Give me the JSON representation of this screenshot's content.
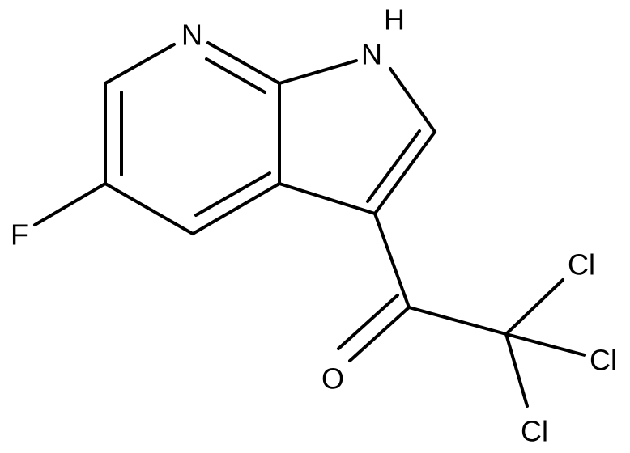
{
  "molecule": {
    "atom_labels": {
      "n_pyridine": "N",
      "nh_pyrrole": "N",
      "h_pyrrole": "H",
      "fluorine": "F",
      "oxygen": "O",
      "chlorine_1": "Cl",
      "chlorine_2": "Cl",
      "chlorine_3": "Cl"
    }
  }
}
